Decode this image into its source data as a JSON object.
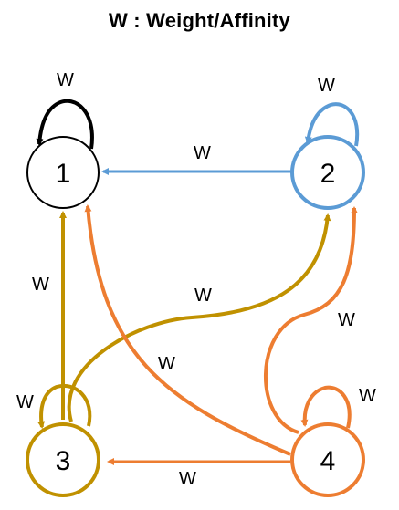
{
  "title": "W : Weight/Affinity",
  "colors": {
    "node1": "#000000",
    "node2": "#5B9BD5",
    "node3": "#C09100",
    "node4": "#ED7D31"
  },
  "nodes": [
    {
      "id": "1",
      "label": "1"
    },
    {
      "id": "2",
      "label": "2"
    },
    {
      "id": "3",
      "label": "3"
    },
    {
      "id": "4",
      "label": "4"
    }
  ],
  "edges": [
    {
      "from": "1",
      "to": "1",
      "label": "W"
    },
    {
      "from": "2",
      "to": "2",
      "label": "W"
    },
    {
      "from": "2",
      "to": "1",
      "label": "W"
    },
    {
      "from": "3",
      "to": "1",
      "label": "W"
    },
    {
      "from": "3",
      "to": "2",
      "label": "W"
    },
    {
      "from": "4",
      "to": "1",
      "label": "W"
    },
    {
      "from": "4",
      "to": "2",
      "label": "W"
    },
    {
      "from": "3",
      "to": "3",
      "label": "W"
    },
    {
      "from": "4",
      "to": "4",
      "label": "W"
    },
    {
      "from": "4",
      "to": "3",
      "label": "W"
    }
  ]
}
